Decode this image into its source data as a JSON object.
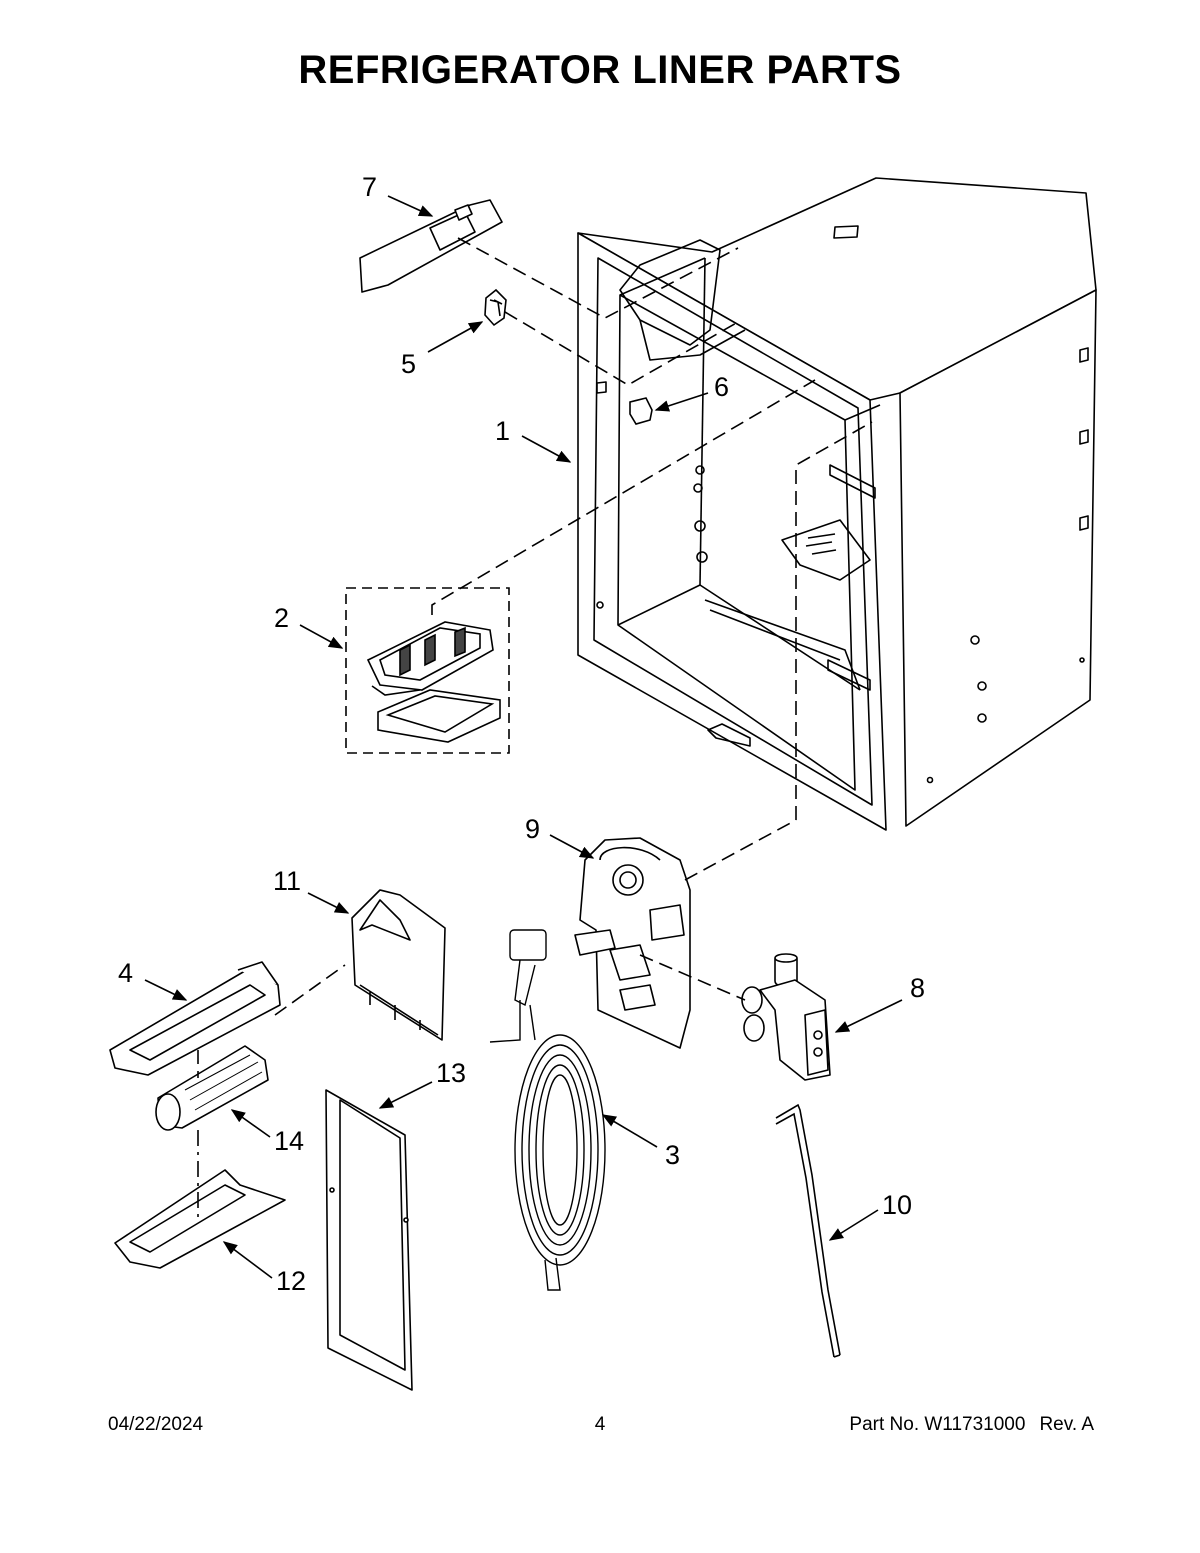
{
  "page": {
    "title": "REFRIGERATOR LINER PARTS"
  },
  "callouts": {
    "c1": "1",
    "c2": "2",
    "c3": "3",
    "c4": "4",
    "c5": "5",
    "c6": "6",
    "c7": "7",
    "c8": "8",
    "c9": "9",
    "c10": "10",
    "c11": "11",
    "c12": "12",
    "c13": "13",
    "c14": "14"
  },
  "footer": {
    "date": "04/22/2024",
    "page_number": "4",
    "part_number": "Part No.  W11731000",
    "revision": "Rev.  A"
  }
}
